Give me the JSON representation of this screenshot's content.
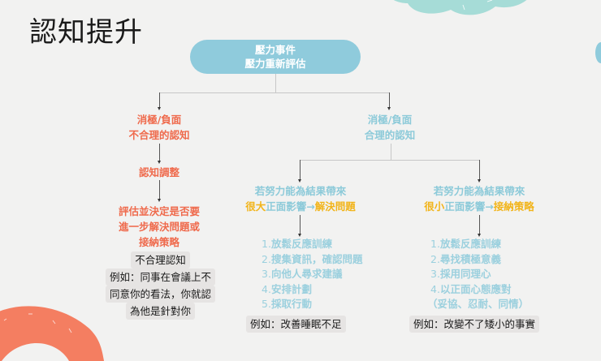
{
  "title": "認知提升",
  "colors": {
    "negative": "#ef6a4c",
    "positive": "#8ccad9",
    "highlight": "#f2b419",
    "root_fill": "#8fcbdc",
    "teal_blob": "#a6dcd7",
    "orange_blob": "#f47e61"
  },
  "root": {
    "line1": "壓力事件",
    "line2": "壓力重新評估"
  },
  "left_branch": {
    "head_line1": "消極/負面",
    "head_line2": "不合理的認知",
    "step1": "認知調整",
    "step2_line1": "評估並決定是否要",
    "step2_line2": "進一步解決問題或",
    "step2_line3": "接納策略",
    "example_line1": "不合理認知",
    "example_line2": "例如：同事在會議上不",
    "example_line3": "同意你的看法，你就認",
    "example_line4": "為他是針對你"
  },
  "right_branch": {
    "head_line1": "消極/負面",
    "head_line2": "合理的認知",
    "sub_a": {
      "line1": "若努力能為結果帶來",
      "line2_em1": "很大",
      "line2_mid": "正面影響→",
      "line2_em2": "解決問題",
      "items": [
        {
          "num": "1.",
          "text": "放鬆反應訓練"
        },
        {
          "num": "2.",
          "text": "搜集資訊，確認問題"
        },
        {
          "num": "3.",
          "text": "向他人尋求建議"
        },
        {
          "num": "4.",
          "text": "安排計劃"
        },
        {
          "num": "5.",
          "text": "採取行動"
        }
      ],
      "example": "例如：改善睡眠不足"
    },
    "sub_b": {
      "line1": "若努力能為結果帶來",
      "line2_em1": "很小",
      "line2_mid": "正面影響→",
      "line2_em2": "接納策略",
      "items": [
        {
          "num": "1.",
          "text": "放鬆反應訓練"
        },
        {
          "num": "2.",
          "text": "尋找積極意義"
        },
        {
          "num": "3.",
          "text": "採用同理心"
        },
        {
          "num": "4.",
          "text": "以正面心態應對"
        },
        {
          "num": "",
          "text": "（妥協、忍耐、同情）"
        }
      ],
      "example": "例如：改變不了矮小的事實"
    }
  }
}
